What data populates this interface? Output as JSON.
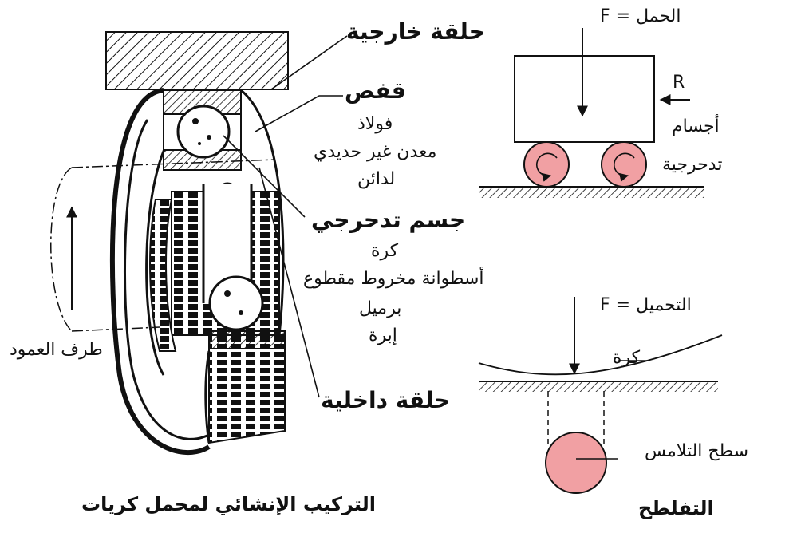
{
  "colors": {
    "ink": "#111111",
    "roller_fill": "#f1a0a3",
    "background": "#ffffff"
  },
  "labels": {
    "outer_ring": "حلقة خارجية",
    "cage": "قفص",
    "cage_materials": [
      "فولاذ",
      "معدن غير حديدي",
      "لدائن"
    ],
    "rolling_body": "جسم تدحرجي",
    "rolling_types": [
      "كرة",
      "أسطوانة مخروط مقطوع",
      "برميل",
      "إبرة"
    ],
    "inner_ring": "حلقة داخلية",
    "shaft_end": "طرف العمود",
    "caption_left": "التركيب الإنشائي لمحمل كريات",
    "load_top": "الحمل = F",
    "force_r": "R",
    "rolling_bodies": [
      "أجسام",
      "تدحرجية"
    ],
    "loading_bottom": "التحميل = F",
    "ball": "كرة",
    "contact_surface": "سطح التلامس",
    "caption_right": "التفلطح"
  },
  "icons": [
    "ball-bearing-cutaway",
    "load-arrow",
    "rolling-roller",
    "contact-ball"
  ]
}
